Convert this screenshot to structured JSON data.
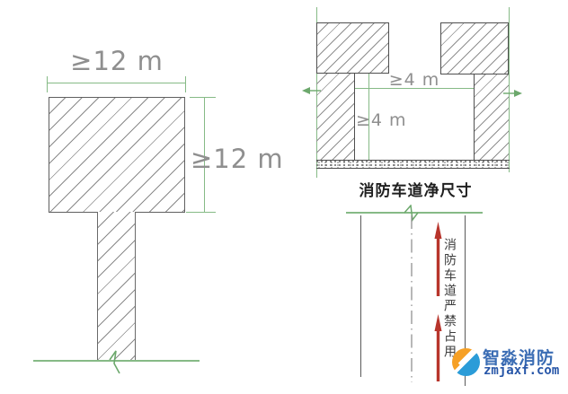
{
  "building_diagram": {
    "width_dim": "≥12 m",
    "depth_dim": "≥12 m"
  },
  "clearance_diagram": {
    "width_dim": "≥4 m",
    "height_dim": "≥4 m",
    "caption": "消防车道净尺寸"
  },
  "lane_diagram": {
    "label": "消防车道严禁占用"
  },
  "watermark": {
    "brand": "智淼消防",
    "site": "zmjaxf.com"
  },
  "colors": {
    "dimension_green": "#86ba86",
    "cad_text_gray": "#8f8f8f",
    "hatch_gray": "#8a8a8a",
    "arrow_red": "#b8352c",
    "logo_orange": "#f6a025",
    "logo_blue": "#2b9cd8",
    "brand_blue": "#3b6db4",
    "site_blue": "#2756a8"
  }
}
